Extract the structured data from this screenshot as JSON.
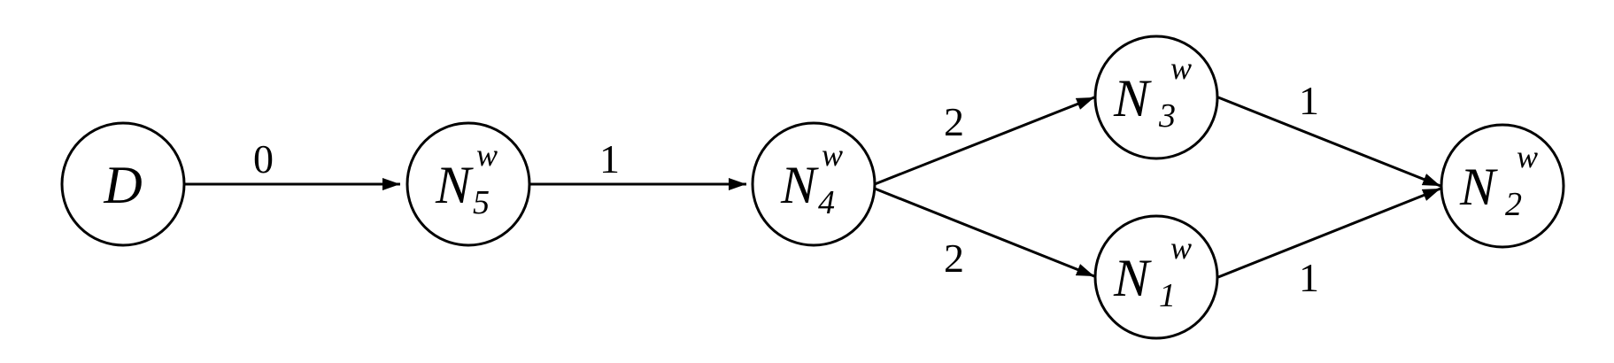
{
  "nodes": {
    "d": {
      "label": "D",
      "sup": "",
      "sub": ""
    },
    "n5": {
      "label": "N",
      "sup": "w",
      "sub": "5"
    },
    "n4": {
      "label": "N",
      "sup": "w",
      "sub": "4"
    },
    "n3": {
      "label": "N",
      "sup": "w",
      "sub": "3"
    },
    "n1": {
      "label": "N",
      "sup": "w",
      "sub": "1"
    },
    "n2": {
      "label": "N",
      "sup": "w",
      "sub": "2"
    }
  },
  "edges": [
    {
      "from": "D",
      "to": "N5_w",
      "weight": "0"
    },
    {
      "from": "N5_w",
      "to": "N4_w",
      "weight": "1"
    },
    {
      "from": "N4_w",
      "to": "N3_w",
      "weight": "2"
    },
    {
      "from": "N4_w",
      "to": "N1_w",
      "weight": "2"
    },
    {
      "from": "N3_w",
      "to": "N2_w",
      "weight": "1"
    },
    {
      "from": "N1_w",
      "to": "N2_w",
      "weight": "1"
    }
  ],
  "colors": {
    "stroke": "#000000",
    "background": "#ffffff"
  }
}
